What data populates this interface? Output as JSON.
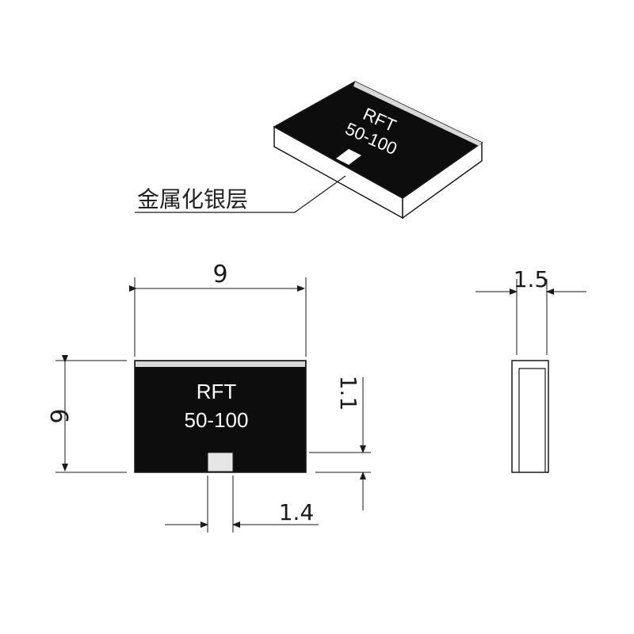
{
  "iso_view": {
    "marking_line1": "RFT",
    "marking_line2": "50-100",
    "callout_label": "金属化银层"
  },
  "front_view": {
    "marking_line1": "RFT",
    "marking_line2": "50-100",
    "dim_width": "9",
    "dim_height": "6",
    "dim_pad_width": "1.4",
    "dim_pad_height": "1.1"
  },
  "side_view": {
    "dim_thickness": "1.5"
  },
  "colors": {
    "body": "#0d0d0d",
    "metallization": "#d9d9d9",
    "line": "#1a1a1a"
  }
}
